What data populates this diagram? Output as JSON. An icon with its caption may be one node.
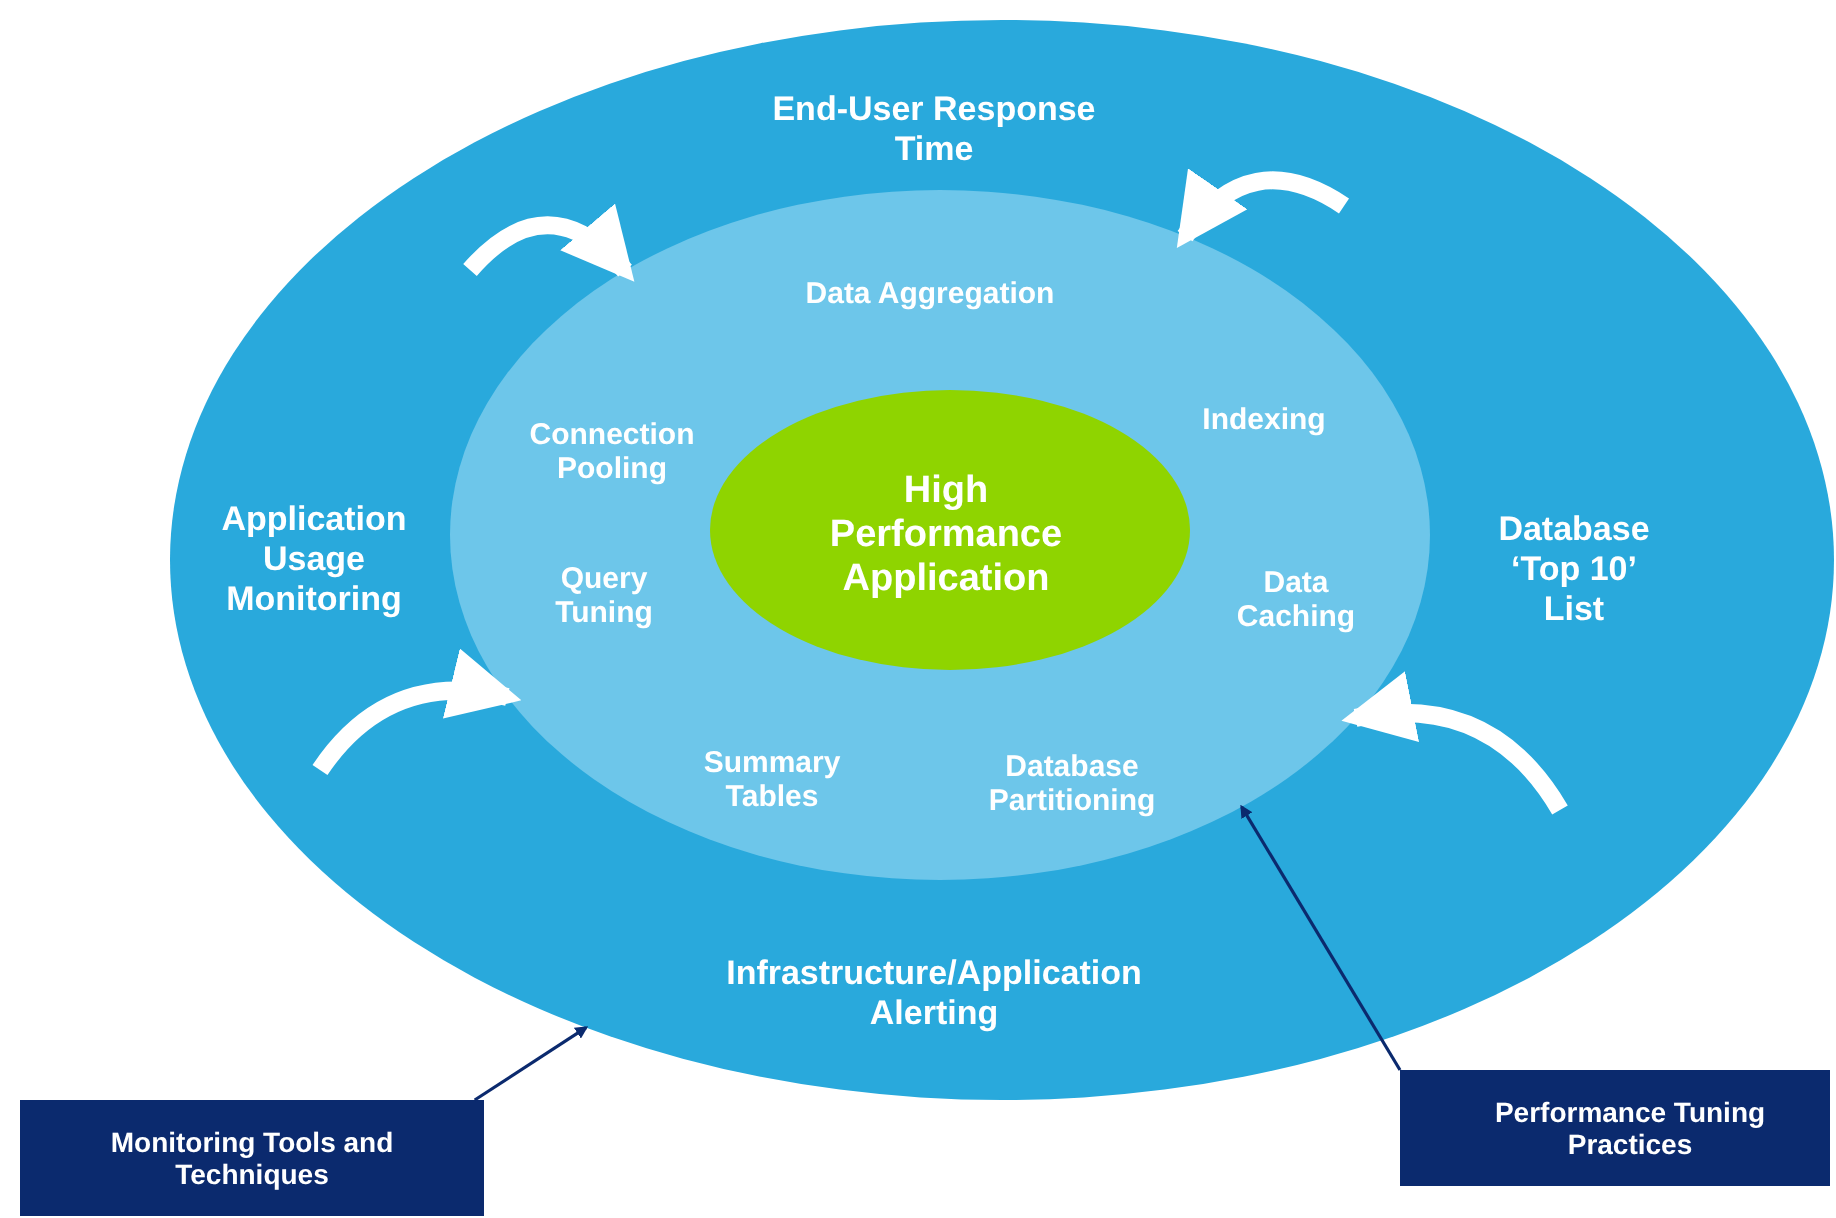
{
  "diagram": {
    "nodes": [
      {
        "text": [
          "End-User Response Time",
          "Application Usage Monitoring",
          "Database ‘Top 10’ List",
          "Infrastructure/Application Alerting"
        ]
      },
      {
        "text": [
          "Data Aggregation",
          "Connection Pooling",
          "Indexing",
          "Query Tuning",
          "Data Caching",
          "Summary Tables",
          "Database Partitioning"
        ],
        "in": 0
      },
      {
        "text": [
          "High Performance Application"
        ],
        "in": 1
      },
      {
        "text": [
          "Monitoring Tools and Techniques"
        ]
      },
      {
        "text": [
          "Performance Tuning Practices"
        ]
      }
    ],
    "edges": [
      {
        "from": null,
        "to": 1,
        "arrow": "to"
      },
      {
        "from": null,
        "to": 1,
        "arrow": "to"
      },
      {
        "from": null,
        "to": 1,
        "arrow": "to"
      },
      {
        "from": null,
        "to": 1,
        "arrow": "to"
      },
      {
        "from": 3,
        "to": 0,
        "arrow": "to",
        "color": "#0b2a6e"
      },
      {
        "from": 4,
        "to": 1,
        "arrow": "to",
        "color": "#0b2a6e"
      }
    ]
  }
}
